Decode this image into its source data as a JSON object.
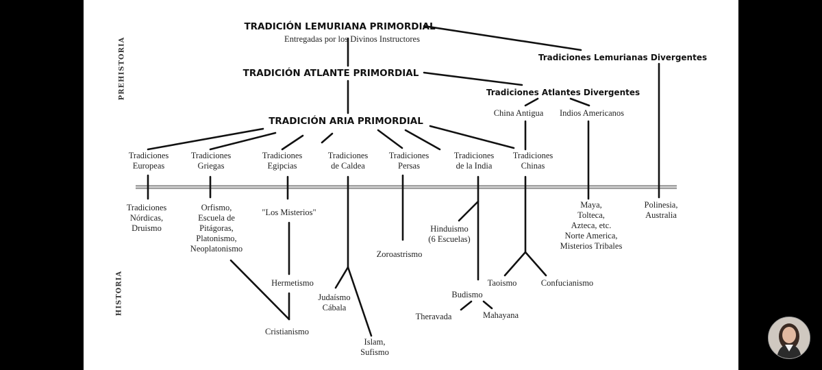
{
  "diagram": {
    "side_labels": {
      "top": "PREHISTORIA",
      "bottom": "HISTORIA"
    },
    "primordial": {
      "lemuriana": "TRADICIÓN LEMURIANA PRIMORDIAL",
      "lemuriana_sub": "Entregadas por los Divinos Instructores",
      "atlante": "TRADICIÓN ATLANTE PRIMORDIAL",
      "aria": "TRADICIÓN ARIA PRIMORDIAL"
    },
    "divergent": {
      "lemurianas": "Tradiciones Lemurianas Divergentes",
      "atlantes": "Tradiciones Atlantes Divergentes",
      "china_antigua": "China Antigua",
      "indios": "Indios Americanos"
    },
    "traditions": {
      "europeas": [
        "Tradiciones",
        "Europeas"
      ],
      "griegas": [
        "Tradiciones",
        "Griegas"
      ],
      "egipcias": [
        "Tradiciones",
        "Egipcias"
      ],
      "caldea": [
        "Tradiciones",
        "de Caldea"
      ],
      "persas": [
        "Tradiciones",
        "Persas"
      ],
      "india": [
        "Tradiciones",
        "de la India"
      ],
      "chinas": [
        "Tradiciones",
        "Chinas"
      ]
    },
    "history": {
      "nordicas": [
        "Tradiciones",
        "Nórdicas,",
        "Druismo"
      ],
      "orfismo": [
        "Orfismo,",
        "Escuela de",
        "Pitágoras,",
        "Platonismo,",
        "Neoplatonismo"
      ],
      "misterios": "\"Los Misterios\"",
      "hermetismo": "Hermetismo",
      "cristianismo": "Cristianismo",
      "judaismo": [
        "Judaísmo",
        "Cábala"
      ],
      "islam": [
        "Islam,",
        "Sufismo"
      ],
      "zoroastrismo": "Zoroastrismo",
      "hinduismo": [
        "Hinduismo",
        "(6 Escuelas)"
      ],
      "budismo": "Budismo",
      "theravada": "Theravada",
      "mahayana": "Mahayana",
      "taoismo": "Taoismo",
      "confucianismo": "Confucianismo",
      "maya": [
        "Maya,",
        "Tolteca,",
        "Azteca, etc.",
        "Norte America,",
        "Misterios Tribales"
      ],
      "polinesia": [
        "Polinesia,",
        "Australia"
      ]
    },
    "colors": {
      "line": "#111111",
      "divider": "#9a9a9a",
      "background": "#ffffff",
      "frame": "#000000"
    }
  }
}
